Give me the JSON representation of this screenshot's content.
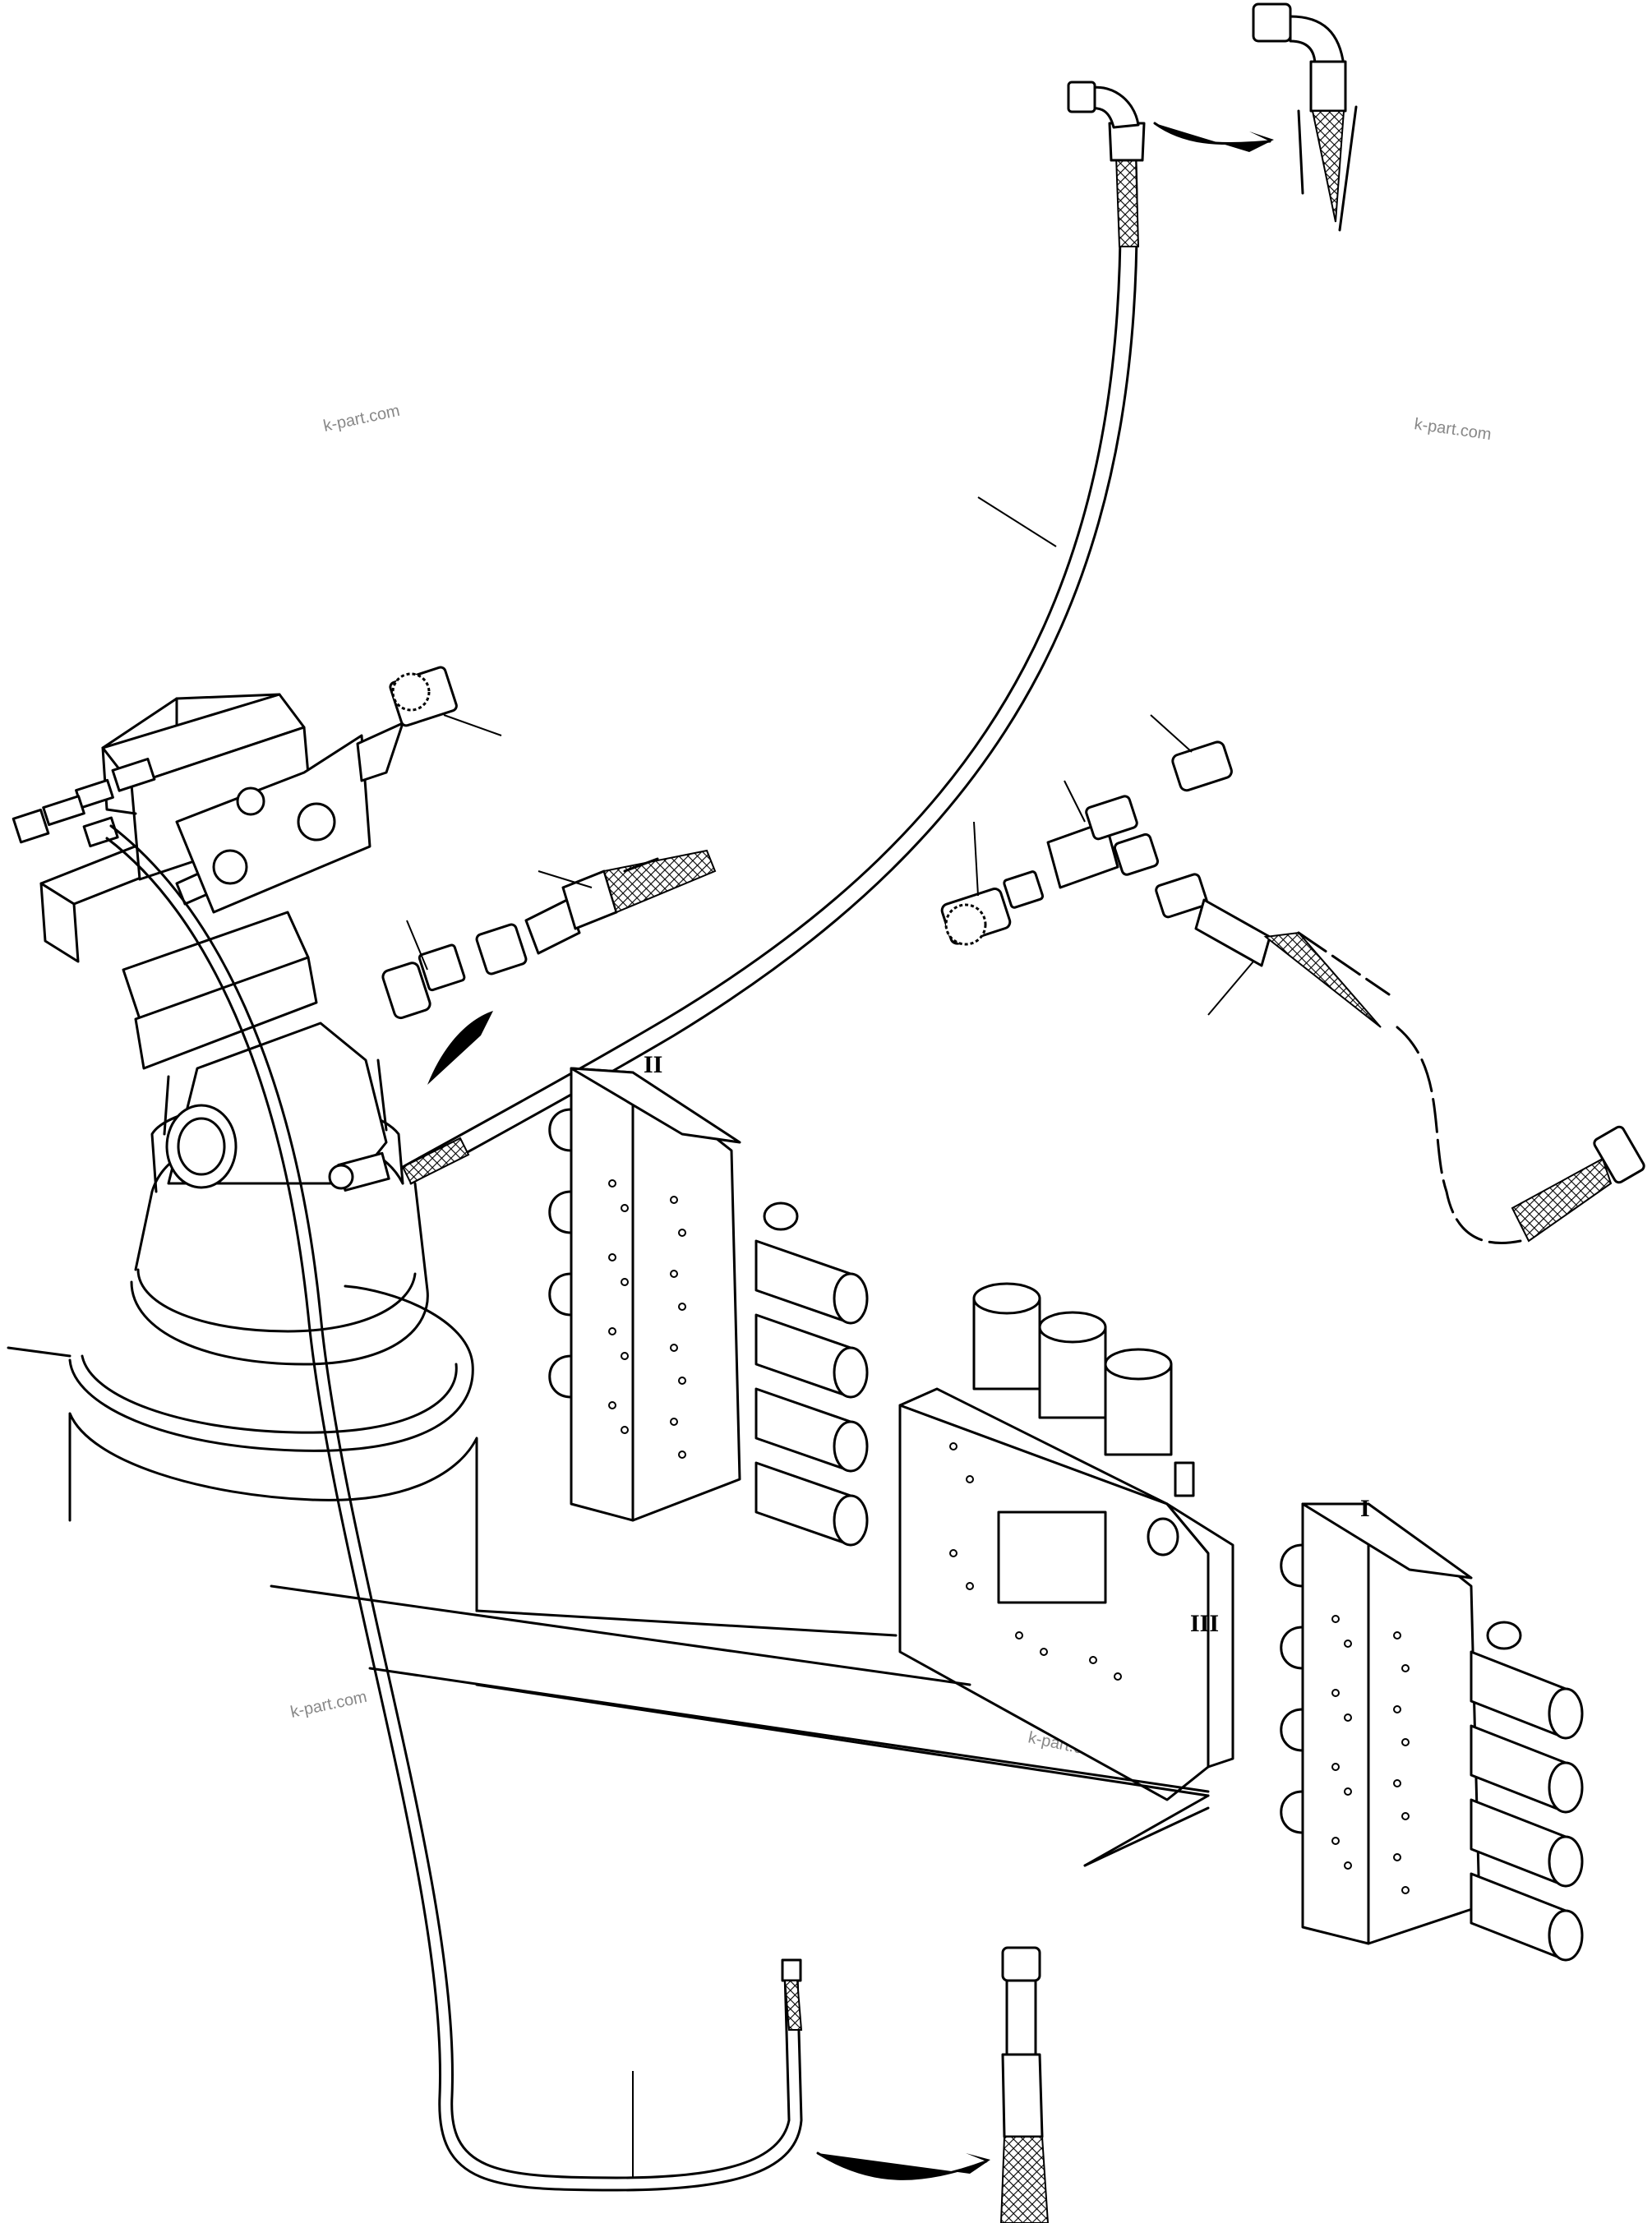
{
  "watermarks": [
    "k-part.com",
    "k-part.com",
    "k-part.com",
    "k-part.com"
  ],
  "valve_labels": {
    "left_valve": "II",
    "center_valve": "III",
    "right_valve": "I"
  }
}
